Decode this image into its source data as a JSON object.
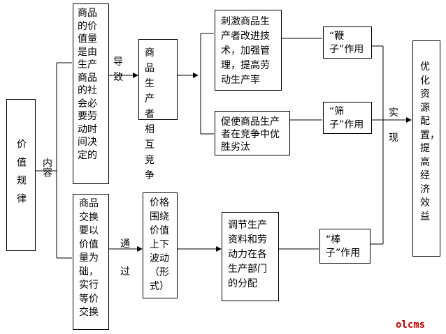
{
  "nodes": {
    "law": "价值规律",
    "content_label": "内容",
    "determination": "商品的价值量是由生产商品的社会必要劳动时间决定的",
    "guide_label": "导致",
    "competition": "商品生产者相互竞争",
    "stimulate": "刺激商品生产者改进技术，加强管理，提高劳动生产率",
    "survival": "促使商品生产者在竞争中优胜劣汰",
    "whip": "“鞭子”作用",
    "sieve": "“筛子”作用",
    "exchange": "商品交换要以价值量为础，实行等价交换",
    "through_label": "通过",
    "fluctuation": "价格围绕价值上下波动（形式）",
    "allocate": "调节生产资料和劳动力在各生产部门的分配",
    "stick": "“棒子”作用",
    "realize_label": "实现",
    "result": "优化资源配置，提高经济效益"
  },
  "watermark": "olcms"
}
